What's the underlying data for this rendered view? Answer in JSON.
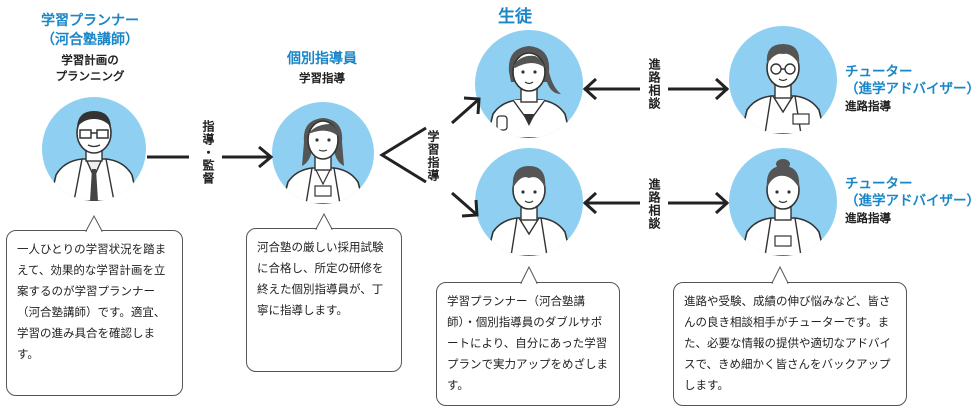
{
  "planner": {
    "title_line1": "学習プランナー",
    "title_line2": "（河合塾講師）",
    "sub_line1": "学習計画の",
    "sub_line2": "プランニング",
    "desc": "一人ひとりの学習状況を踏まえて、効果的な学習計画を立案するのが学習プランナー（河合塾講師）です。適宜、学習の進み具合を確認します。"
  },
  "arrow1_label": "指導・監督",
  "instructor": {
    "title": "個別指導員",
    "sub": "学習指導",
    "desc": "河合塾の厳しい採用試験に合格し、所定の研修を終えた個別指導員が、丁寧に指導します。"
  },
  "arrow2_label": "学習指導",
  "student_title": "生徒",
  "student_desc": "学習プランナー（河合塾講師）・個別指導員のダブルサポートにより、自分にあった学習プランで実力アップをめざします。",
  "arrow3_label": "進路相談",
  "arrow4_label": "進路相談",
  "tutor1": {
    "title_line1": "チューター",
    "title_line2": "（進学アドバイザー）",
    "sub": "進路指導"
  },
  "tutor2": {
    "title_line1": "チューター",
    "title_line2": "（進学アドバイザー）",
    "sub": "進路指導"
  },
  "tutor_desc": "進路や受験、成績の伸び悩みなど、皆さんの良き相談相手がチューターです。また、必要な情報の提供や適切なアドバイスで、きめ細かく皆さんをバックアップします。",
  "colors": {
    "accent": "#1a86c8",
    "circle": "#8fd0f2",
    "line": "#222222"
  }
}
